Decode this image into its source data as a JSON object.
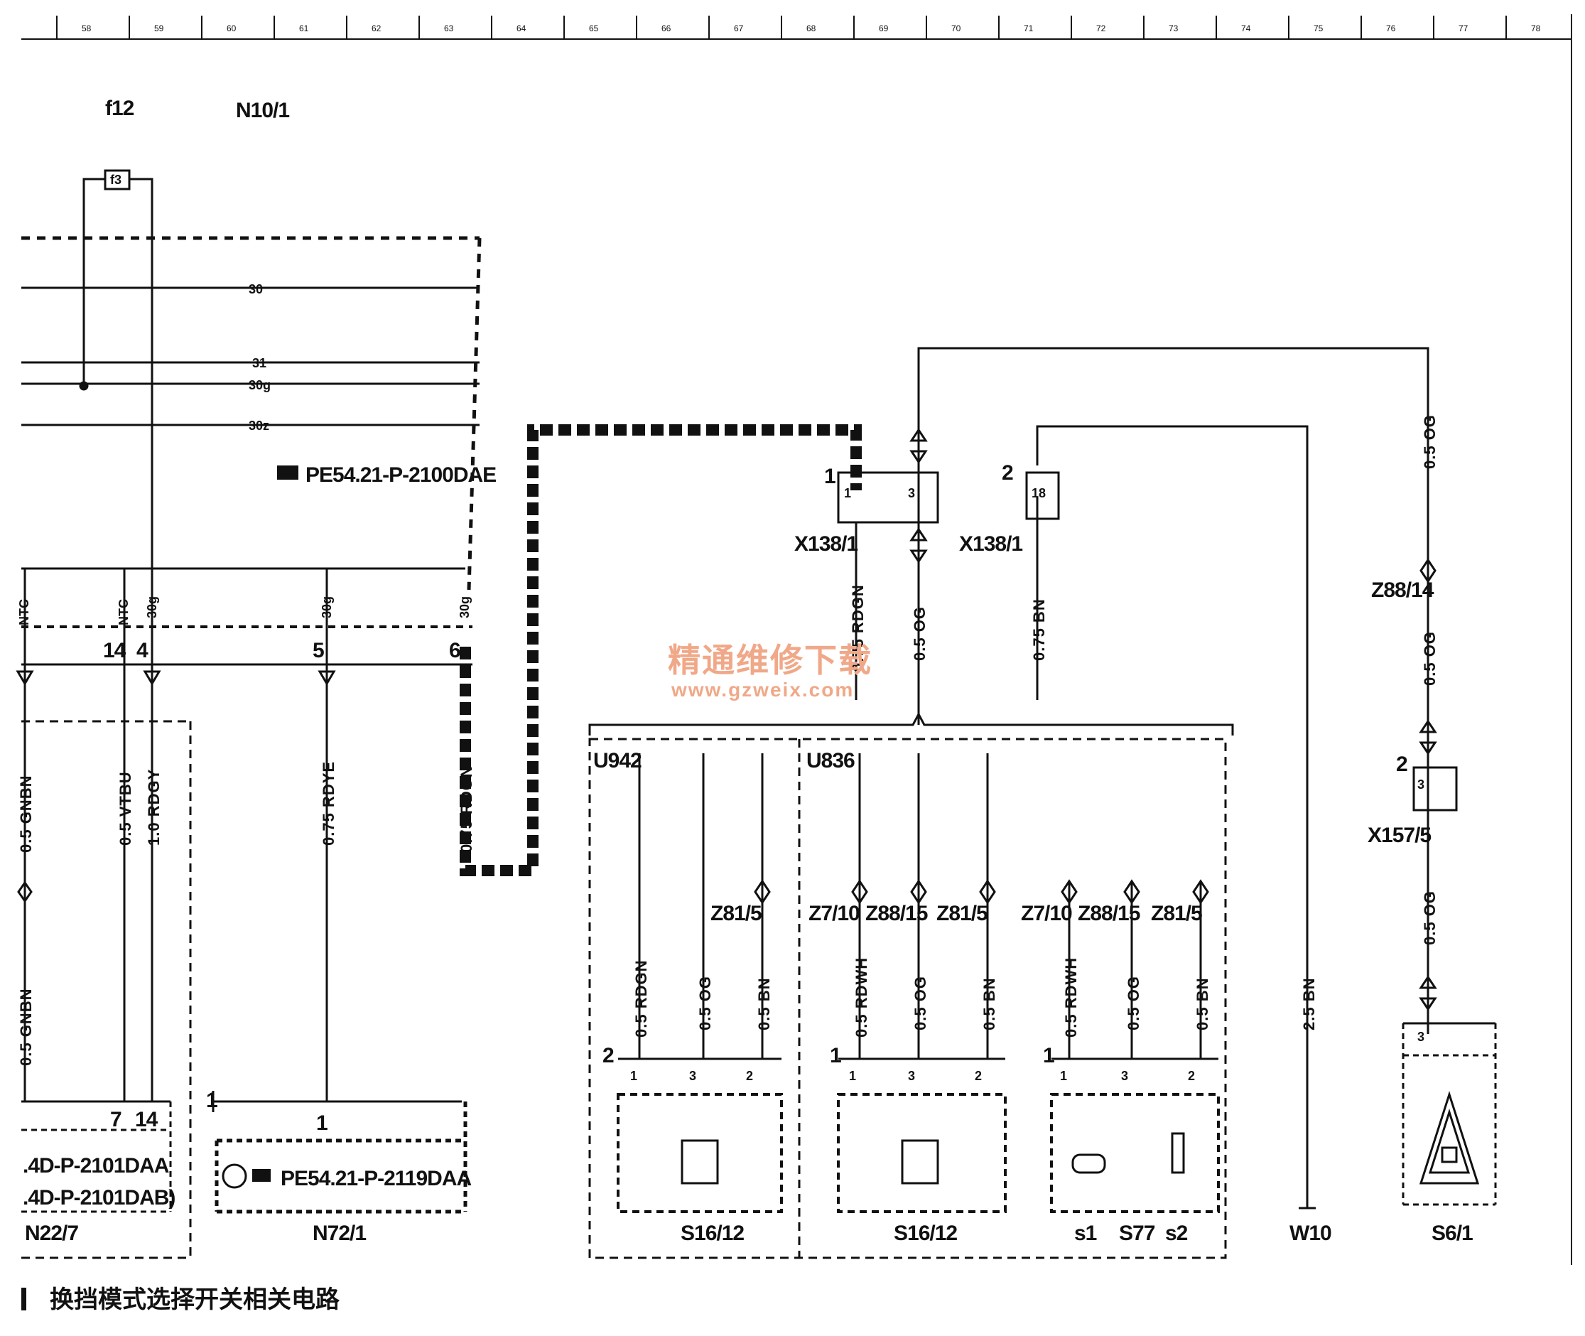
{
  "ruler": {
    "ticks": [
      "58",
      "59",
      "60",
      "61",
      "62",
      "63",
      "64",
      "65",
      "66",
      "67",
      "68",
      "69",
      "70",
      "71",
      "72",
      "73",
      "74",
      "75",
      "76",
      "77",
      "78"
    ]
  },
  "labels": {
    "fuse_ref": "f12",
    "fuse_inner": "f3",
    "module_ref": "N10/1",
    "line_30": "30",
    "line_31": "31",
    "line_30g": "30g",
    "line_30z": "30z",
    "doc_ref_1": "PE54.21-P-2100DAE",
    "pin_ntc_a": "NTC",
    "pin_ntc_b": "NTC",
    "pin_30g_a": "30g",
    "pin_30g_b": "30g",
    "pin_30g_c": "30g",
    "pin_14": "14",
    "pin_4": "4",
    "pin_5": "5",
    "pin_6": "6",
    "wire_gnbn_1": "0.5 GNBN",
    "wire_gnbn_2": "0.5 GNBN",
    "wire_vtbu": "0.5 VTBU",
    "wire_rdgy": "1.0 RDGY",
    "wire_rdye": "0.75 RDYE",
    "wire_rdgn_a": "0.75 RDGN",
    "wire_rdgn_b": "0.75 RDGN",
    "wire_og_a": "0.5 OG",
    "wire_bn_a": "0.75 BN",
    "wire_og_1": "0.5 OG",
    "wire_og_2": "0.5 OG",
    "wire_og_3": "0.5 OG",
    "conn_x138_a": "X138/1",
    "conn_x138_b": "X138/1",
    "conn_x138_a_pin": "1",
    "conn_x138_b_pin": "2",
    "conn_x138_pin1": "1",
    "conn_x138_pin3": "3",
    "conn_x138_pin18": "18",
    "z88_14": "Z88/14",
    "x157": "X157/5",
    "x157_pin": "2",
    "x157_inner": "3",
    "u942": "U942",
    "u836": "U836",
    "z81_5_a": "Z81/5",
    "z81_5_b": "Z81/5",
    "z81_5_c": "Z81/5",
    "z7_10_a": "Z7/10",
    "z7_10_b": "Z7/10",
    "z88_15_a": "Z88/15",
    "z88_15_b": "Z88/15",
    "w_rdgn": "0.5 RDGN",
    "w_og_u942": "0.5 OG",
    "w_bn_u942": "0.5 BN",
    "w_rdwh_1": "0.5 RDWH",
    "w_og_u836": "0.5 OG",
    "w_bn_u836": "0.5 BN",
    "w_rdwh_2": "0.5 RDWH",
    "w_og_s77": "0.5 OG",
    "w_bn_s77": "0.5 BN",
    "w_2_5_bn": "2.5 BN",
    "s16_a": "S16/12",
    "s16_b": "S16/12",
    "s77": "S77",
    "s1": "s1",
    "s2": "s2",
    "w10": "W10",
    "s6_1": "S6/1",
    "n22_7": "N22/7",
    "n72_1": "N72/1",
    "doc_a": ".4D-P-2101DAA",
    "doc_b": ".4D-P-2101DAB)",
    "doc_ref_2": "PE54.21-P-2119DAA",
    "conn_pin_2": "2",
    "conn_pin_1a": "1",
    "conn_pin_1b": "1",
    "conn_pin_1c": "1",
    "n22_pin7": "7",
    "n22_pin14": "14",
    "n72_pin1": "1",
    "s6_pin3": "3",
    "p1a": "1",
    "p3a": "3",
    "p2a": "2",
    "p1b": "1",
    "p3b": "3",
    "p2b": "2",
    "p1c": "1",
    "p3c": "3",
    "p2c": "2"
  },
  "watermark": {
    "line1": "精通维修下载",
    "line2": "www.gzweix.com"
  },
  "caption": "换挡模式选择开关相关电路"
}
